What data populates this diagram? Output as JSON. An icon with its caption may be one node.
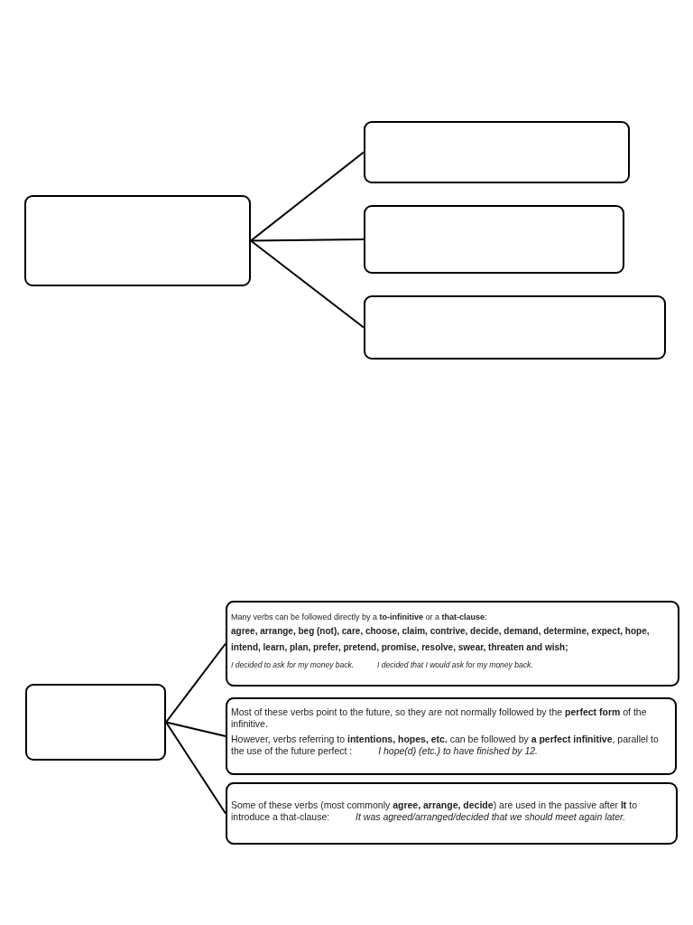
{
  "diagram": {
    "nodes": [
      {
        "text": [],
        "shape": "box"
      },
      {
        "text": [],
        "shape": "box"
      },
      {
        "text": [],
        "shape": "box"
      },
      {
        "text": [],
        "shape": "box"
      },
      {
        "text": [],
        "shape": "box"
      },
      {
        "text": [
          "Many verbs can be followed directly by a **to-infinitive** or a **that-clause**:",
          "**agree, arrange, beg (not), care, choose, claim, contrive, decide, demand, determine, expect, hope, intend, learn, plan, prefer, pretend, promise, resolve, swear, threaten and wish**;",
          "I decided to ask for my money back.",
          "I decided that I would ask for my money back."
        ]
      },
      {
        "text": [
          "Most of these verbs point to the future, so they are not normally followed by the **perfect form** of the infinitive.",
          "However, verbs referring to **intentions, hopes, etc.** can be followed by **a perfect infinitive**, parallel to the use of the future perfect : *I hope(d) (etc.) to have finished by 12.*"
        ]
      },
      {
        "text": [
          "Some of these verbs (most commonly **agree, arrange, decide**) are used in the passive after **It** to introduce a that-clause: *It was agreed/arranged/decided that we should meet again later.*"
        ]
      }
    ],
    "edges": [
      {
        "from": 0,
        "to": 1,
        "arrow": "none"
      },
      {
        "from": 0,
        "to": 2,
        "arrow": "none"
      },
      {
        "from": 0,
        "to": 3,
        "arrow": "none"
      },
      {
        "from": 4,
        "to": 5,
        "arrow": "none"
      },
      {
        "from": 4,
        "to": 6,
        "arrow": "none"
      },
      {
        "from": 4,
        "to": 7,
        "arrow": "none"
      }
    ]
  }
}
